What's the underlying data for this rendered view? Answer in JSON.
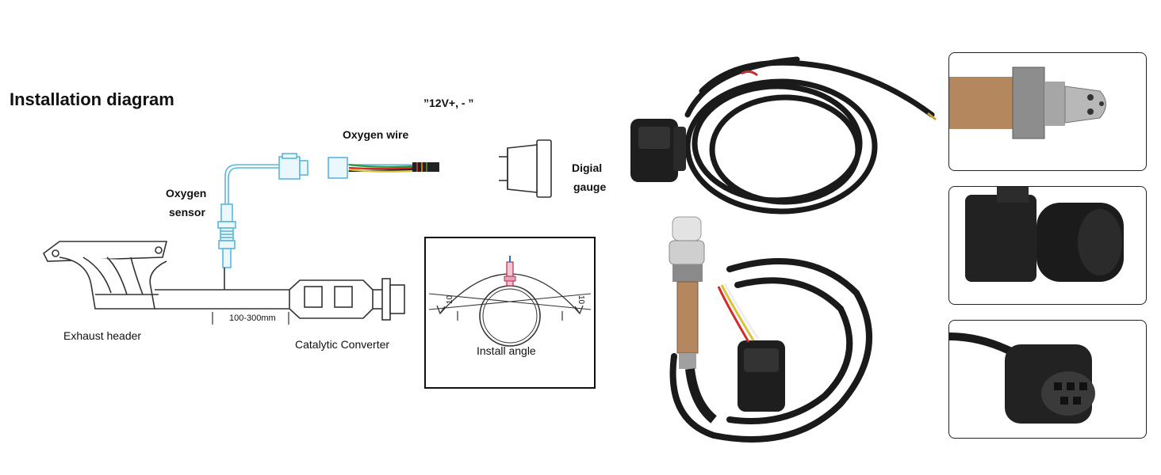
{
  "diagram": {
    "title": "Installation diagram",
    "power_label": "”12V+, - ”",
    "oxygen_wire_label": "Oxygen wire",
    "oxygen_sensor_line1": "Oxygen",
    "oxygen_sensor_line2": "sensor",
    "gauge_line1": "Digial",
    "gauge_line2": "gauge",
    "exhaust_header_label": "Exhaust header",
    "distance_label": "100-300mm",
    "catalytic_label": "Catalytic Converter",
    "install_angle_label": "Install angle",
    "angle_left": "10",
    "angle_right": "10"
  },
  "colors": {
    "sensor_blue": "#5ab7dc",
    "line_dark": "#333333",
    "cable_black": "#1a1a1a",
    "sensor_bronze": "#b5875e"
  }
}
